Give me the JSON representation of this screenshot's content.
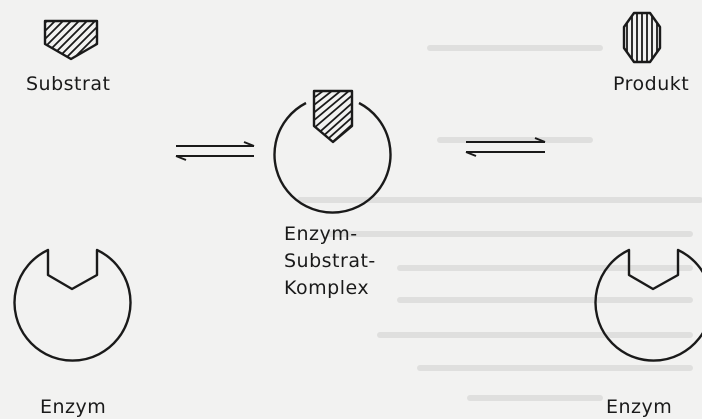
{
  "labels": {
    "substrate": "Substrat",
    "product": "Produkt",
    "enzyme_left": "Enzym",
    "enzyme_right": "Enzym",
    "complex_line1": "Enzym-",
    "complex_line2": "Substrat-",
    "complex_line3": "Komplex"
  },
  "colors": {
    "ink": "#1a1a1a",
    "paper": "#f2f2f1"
  }
}
